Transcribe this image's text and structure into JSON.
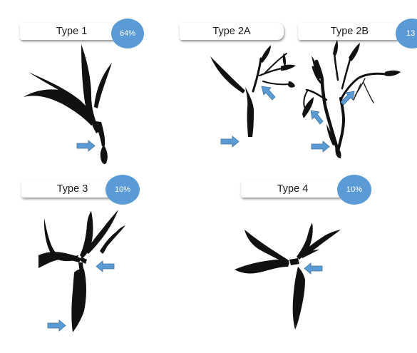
{
  "colors": {
    "badge_fill": "#5b9bd5",
    "arrow_fill": "#5b9bd5",
    "arrow_stroke": "#41719c",
    "drawing_fill": "#111111"
  },
  "panels": [
    {
      "id": "type-1",
      "label": "Type 1",
      "percentage": "64%"
    },
    {
      "id": "type-2a",
      "label": "Type 2A",
      "percentage": ""
    },
    {
      "id": "type-2b",
      "label": "Type 2B",
      "percentage": "13"
    },
    {
      "id": "type-3",
      "label": "Type 3",
      "percentage": "10%"
    },
    {
      "id": "type-4",
      "label": "Type 4",
      "percentage": "10%"
    }
  ],
  "icons": {
    "arrow": "right-arrow-icon",
    "branch": "branch-drawing-icon"
  }
}
